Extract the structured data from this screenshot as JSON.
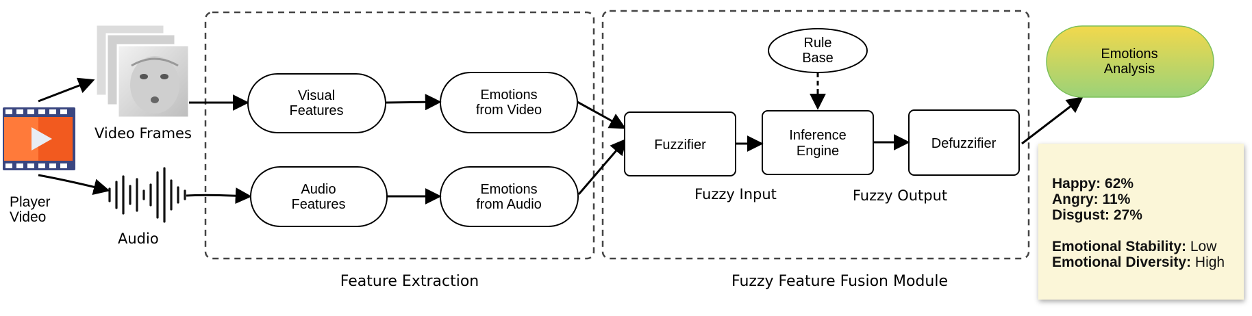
{
  "input": {
    "player_video_line1": "Player",
    "player_video_line2": "Video",
    "video_frames_label": "Video Frames",
    "audio_label": "Audio"
  },
  "feature_extraction": {
    "title": "Feature Extraction",
    "visual_features": [
      "Visual",
      "Features"
    ],
    "emotions_from_video": [
      "Emotions",
      "from Video"
    ],
    "audio_features": [
      "Audio",
      "Features"
    ],
    "emotions_from_audio": [
      "Emotions",
      "from Audio"
    ]
  },
  "fusion_module": {
    "title": "Fuzzy Feature Fusion Module",
    "rule_base": [
      "Rule",
      "Base"
    ],
    "fuzzifier": "Fuzzifier",
    "inference_engine": [
      "Inference",
      "Engine"
    ],
    "defuzzifier": "Defuzzifier",
    "fuzzy_input": "Fuzzy Input",
    "fuzzy_output": "Fuzzy Output"
  },
  "output": {
    "emotions_analysis": [
      "Emotions",
      "Analysis"
    ]
  },
  "results": {
    "happy_label": "Happy:",
    "happy_value": "62%",
    "angry_label": "Angry:",
    "angry_value": "11%",
    "disgust_label": "Disgust:",
    "disgust_value": "27%",
    "stability_label": "Emotional Stability:",
    "stability_value": "Low",
    "diversity_label": "Emotional Diversity:",
    "diversity_value": "High"
  },
  "icons": {
    "video": "video-player-icon",
    "frames": "video-frames-icon",
    "waveform": "audio-waveform-icon"
  },
  "colors": {
    "video_icon": "#f25a1f",
    "film_strip": "#3a4680",
    "analysis_top": "#f0d84e",
    "analysis_bottom": "#9fd277",
    "results_bg": "#fbf6d8"
  }
}
